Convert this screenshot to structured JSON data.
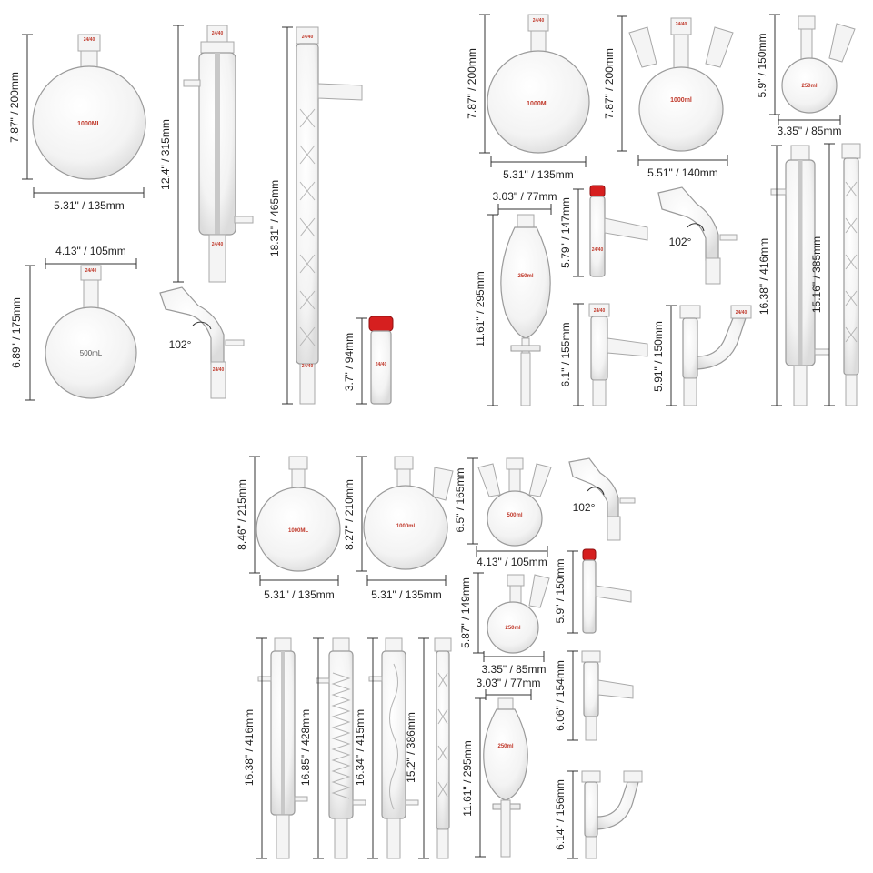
{
  "accent": "#c0392b",
  "cap_color": "#d61f1f",
  "joint": "24/40",
  "angle": "102°",
  "items": {
    "rbf1000_a": {
      "height": "7.87\" / 200mm",
      "width": "5.31\" / 135mm",
      "label": "1000ML"
    },
    "rbf500": {
      "height": "6.89\" / 175mm",
      "width": "4.13\" / 105mm",
      "label": "500mL"
    },
    "liebig_a": {
      "height": "12.4\" / 315mm"
    },
    "bend_a": {},
    "vigreux_a": {
      "height": "18.31\" / 465mm"
    },
    "stopper_a": {
      "height": "3.7\" / 94mm"
    },
    "rbf1000_b": {
      "height": "7.87\" / 200mm",
      "width": "5.31\" / 135mm",
      "label": "1000ML"
    },
    "threeneck1000": {
      "height": "7.87\" / 200mm",
      "width": "5.51\" / 140mm",
      "label": "1000ml"
    },
    "twoneck250_a": {
      "height": "5.9\" / 150mm",
      "width": "3.35\" / 85mm",
      "label": "250ml"
    },
    "sep_a": {
      "height": "11.61\" / 295mm",
      "width": "3.03\" / 77mm",
      "label": "250ml"
    },
    "tadapt_a": {
      "height": "5.79\" / 147mm"
    },
    "bend_b": {},
    "tee_a": {
      "height": "6.1\" / 155mm"
    },
    "claisen_a": {
      "height": "5.91\" / 150mm"
    },
    "liebig_b": {
      "height": "16.38\" / 416mm"
    },
    "vigreux_b": {
      "height": "15.16\" / 385mm"
    },
    "rbf1000_c": {
      "height": "8.46\" / 215mm",
      "width": "5.31\" / 135mm",
      "label": "1000ML"
    },
    "twoneck1000": {
      "height": "8.27\" / 210mm",
      "width": "5.31\" / 135mm",
      "label": "1000ml"
    },
    "threeneck500": {
      "height": "6.5\" / 165mm",
      "width": "4.13\" / 105mm",
      "label": "500ml"
    },
    "bend_c": {},
    "twoneck250_b": {
      "height": "5.87\" / 149mm",
      "width": "3.35\" / 85mm",
      "label": "250ml"
    },
    "tadapt_b": {
      "height": "5.9\" / 150mm"
    },
    "tee_b": {
      "height": "6.06\" / 154mm"
    },
    "liebig_c": {
      "height": "16.38\" / 416mm"
    },
    "graham": {
      "height": "16.85\" / 428mm"
    },
    "allihn": {
      "height": "16.34\" / 415mm"
    },
    "vigreux_c": {
      "height": "15.2\" / 386mm"
    },
    "sep_b": {
      "height": "11.61\" / 295mm",
      "width": "3.03\" / 77mm",
      "label": "250ml"
    },
    "claisen_b": {
      "height": "6.14\" / 156mm"
    }
  }
}
